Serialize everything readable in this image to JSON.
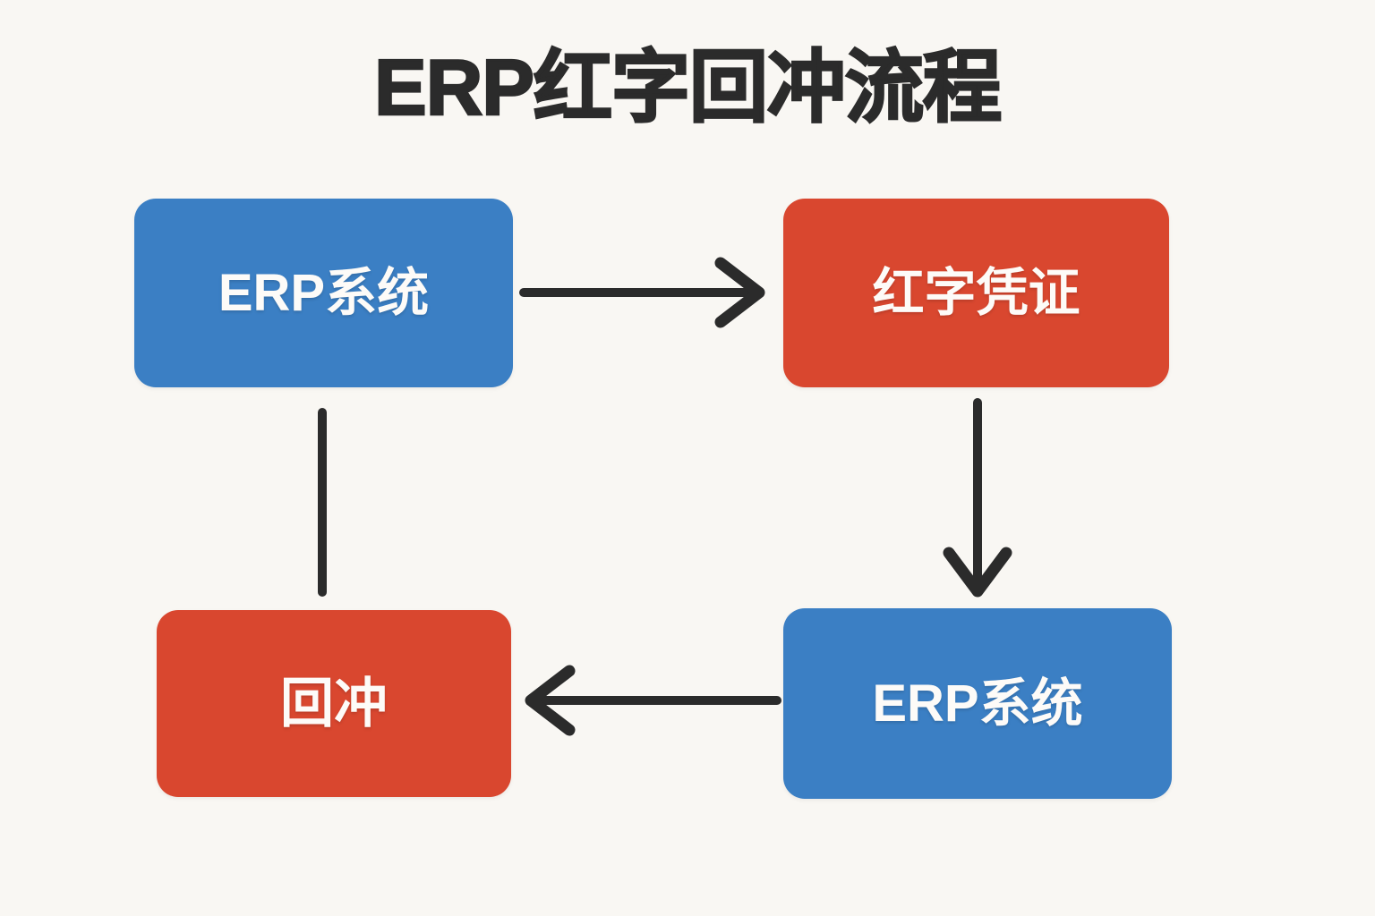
{
  "page": {
    "title": "ERP红字回冲流程",
    "background_color": "#F9F7F3",
    "title_color": "#2B2B2B"
  },
  "palette": {
    "blue": "#3B7FC4",
    "red": "#D9472F",
    "connector": "#2B2B2B",
    "node_text": "#FDFBF8"
  },
  "diagram": {
    "type": "flowchart",
    "nodes": [
      {
        "id": "erp-top",
        "label": "ERP系统",
        "color_name": "blue",
        "color": "#3B7FC4",
        "text_color": "#FDFBF8",
        "position": "top-left"
      },
      {
        "id": "red-voucher",
        "label": "红字凭证",
        "color_name": "red",
        "color": "#D9472F",
        "text_color": "#FDFBF8",
        "position": "top-right"
      },
      {
        "id": "reversal",
        "label": "回冲",
        "color_name": "red",
        "color": "#D9472F",
        "text_color": "#FDFBF8",
        "position": "bottom-left"
      },
      {
        "id": "erp-bottom",
        "label": "ERP系统",
        "color_name": "blue",
        "color": "#3B7FC4",
        "text_color": "#FDFBF8",
        "position": "bottom-right"
      }
    ],
    "edges": [
      {
        "id": "edge-erp-top-to-red-voucher",
        "from": "erp-top",
        "to": "red-voucher",
        "direction": "right",
        "arrowhead": true,
        "color": "#2B2B2B"
      },
      {
        "id": "edge-red-voucher-to-erp-bottom",
        "from": "red-voucher",
        "to": "erp-bottom",
        "direction": "down",
        "arrowhead": true,
        "color": "#2B2B2B"
      },
      {
        "id": "edge-erp-bottom-to-reversal",
        "from": "erp-bottom",
        "to": "reversal",
        "direction": "left",
        "arrowhead": true,
        "color": "#2B2B2B"
      },
      {
        "id": "edge-reversal-to-erp-top",
        "from": "reversal",
        "to": "erp-top",
        "direction": "vertical",
        "arrowhead": false,
        "color": "#2B2B2B"
      }
    ]
  }
}
